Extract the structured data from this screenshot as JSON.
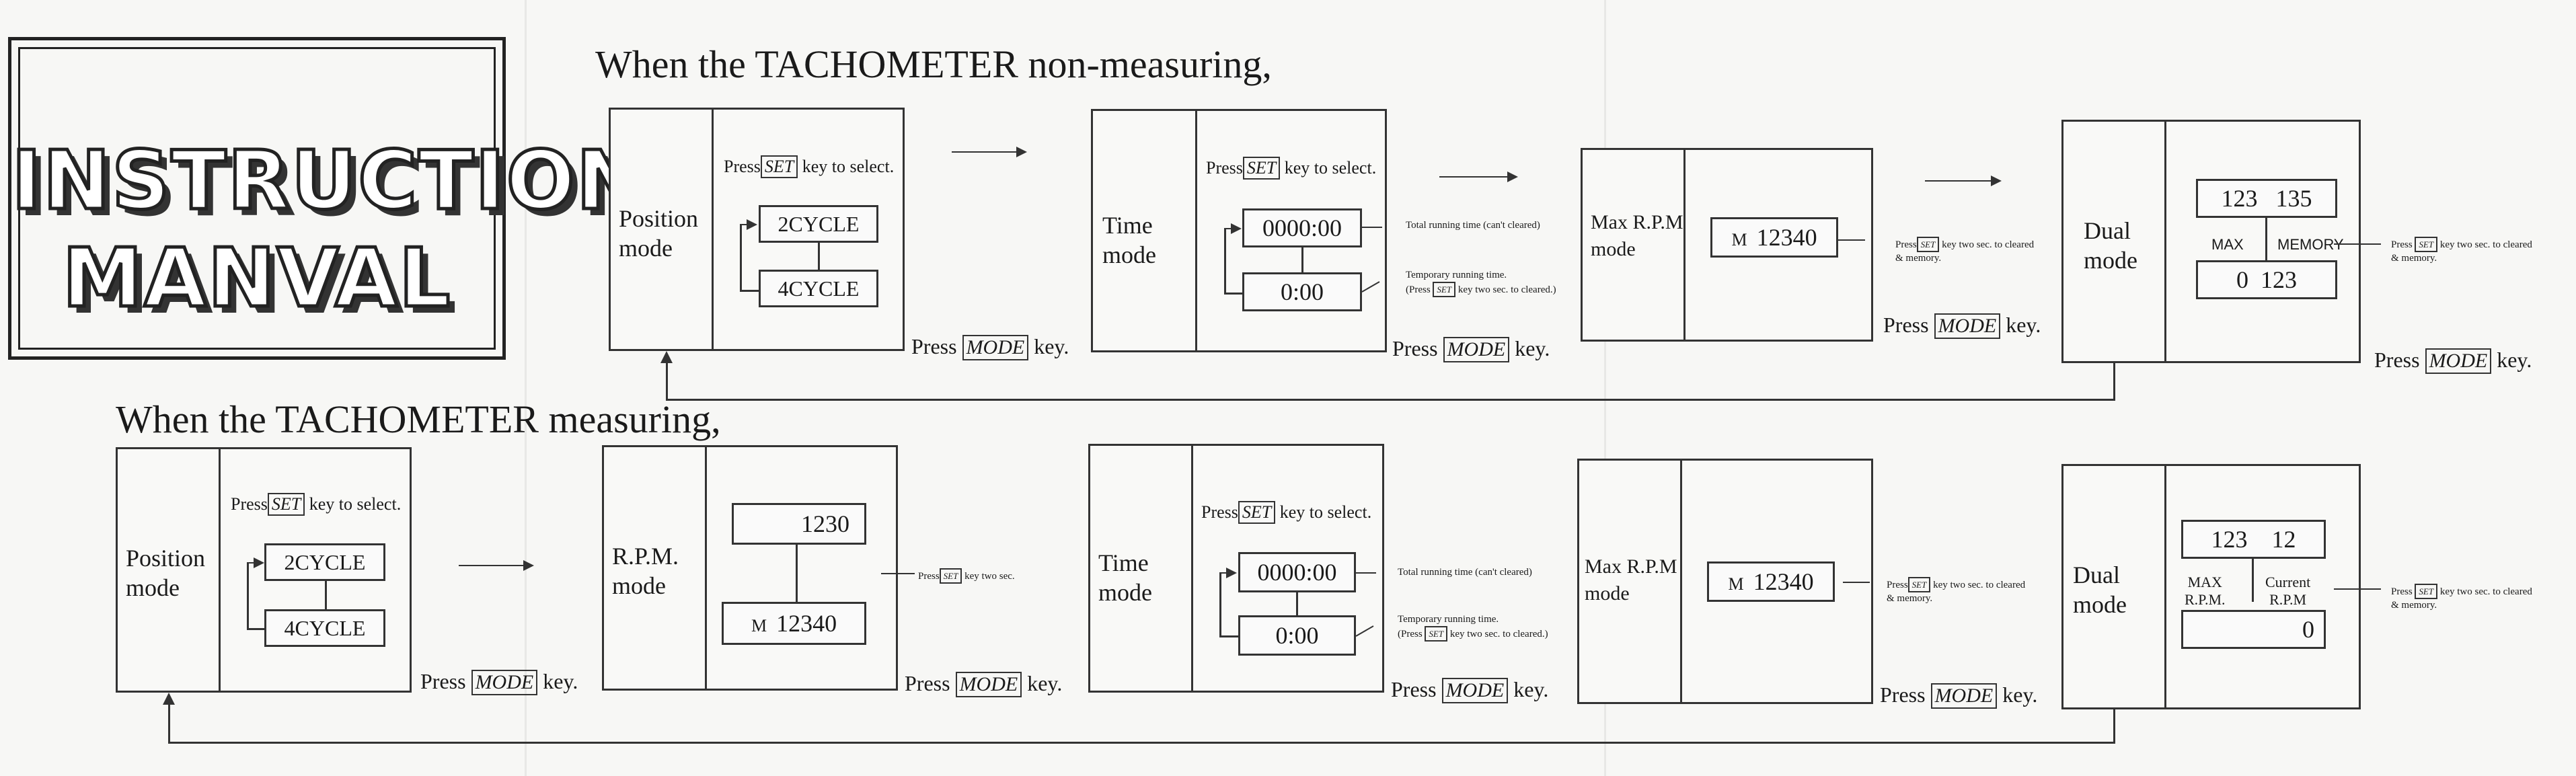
{
  "title": {
    "line1": "INSTRUCTION",
    "line2": "MANVAL"
  },
  "sections": {
    "non_measuring": "When the TACHOMETER non-measuring,",
    "measuring": "When the TACHOMETER measuring,"
  },
  "common": {
    "press": "Press",
    "set_key": "SET",
    "mode_key": "MODE",
    "key_to_select": "key to select.",
    "key": "key."
  },
  "top": {
    "position": {
      "label_l1": "Position",
      "label_l2": "mode",
      "opt1": "2CYCLE",
      "opt2": "4CYCLE"
    },
    "time": {
      "label_l1": "Time",
      "label_l2": "mode",
      "display1": "0000:00",
      "display2": "0:00",
      "note_total": "Total running time (can't cleared)",
      "note_temp_l1": "Temporary running time.",
      "note_temp_l2": "key two sec. to cleared.)"
    },
    "maxrpm": {
      "label_l1": "Max R.P.M",
      "label_l2": "mode",
      "prefix": "M",
      "value": "12340",
      "note_l1": "key two sec. to cleared",
      "note_l2": "& memory."
    },
    "dual": {
      "label_l1": "Dual",
      "label_l2": "mode",
      "v1": "123",
      "v2": "135",
      "lab1": "MAX",
      "lab2": "MEMORY",
      "v3": "0",
      "v4": "123",
      "note_l1": "key two sec. to cleared",
      "note_l2": "& memory."
    }
  },
  "bottom": {
    "position": {
      "label_l1": "Position",
      "label_l2": "mode",
      "opt1": "2CYCLE",
      "opt2": "4CYCLE"
    },
    "rpm": {
      "label_l1": "R.P.M.",
      "label_l2": "mode",
      "value1": "1230",
      "prefix": "M",
      "value2": "12340",
      "note": "key two sec."
    },
    "time": {
      "label_l1": "Time",
      "label_l2": "mode",
      "display1": "0000:00",
      "display2": "0:00",
      "note_total": "Total running time (can't cleared)",
      "note_temp_l1": "Temporary running time.",
      "note_temp_l2": "key two sec. to cleared.)"
    },
    "maxrpm": {
      "label_l1": "Max R.P.M",
      "label_l2": "mode",
      "prefix": "M",
      "value": "12340",
      "note_l1": "key two sec. to cleared",
      "note_l2": "& memory."
    },
    "dual": {
      "label_l1": "Dual",
      "label_l2": "mode",
      "v1": "123",
      "v2": "12",
      "lab1_l1": "MAX",
      "lab1_l2": "R.P.M.",
      "lab2_l1": "Current",
      "lab2_l2": "R.P.M",
      "v3": "0",
      "note_l1": "key two sec. to cleared",
      "note_l2": "& memory."
    }
  }
}
